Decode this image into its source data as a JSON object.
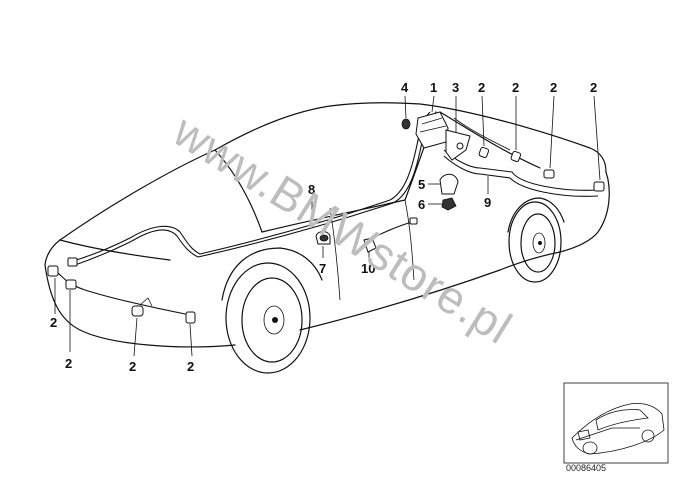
{
  "watermark": "www.BMWstore.pl",
  "document_number": "00086405",
  "callouts": [
    {
      "id": "c-4-top",
      "label": "4"
    },
    {
      "id": "c-1-top",
      "label": "1"
    },
    {
      "id": "c-3-top",
      "label": "3"
    },
    {
      "id": "c-2-top-a",
      "label": "2"
    },
    {
      "id": "c-2-top-b",
      "label": "2"
    },
    {
      "id": "c-2-top-c",
      "label": "2"
    },
    {
      "id": "c-2-top-d",
      "label": "2"
    },
    {
      "id": "c-5",
      "label": "5"
    },
    {
      "id": "c-6",
      "label": "6"
    },
    {
      "id": "c-9",
      "label": "9"
    },
    {
      "id": "c-8",
      "label": "8"
    },
    {
      "id": "c-7",
      "label": "7"
    },
    {
      "id": "c-10",
      "label": "10"
    },
    {
      "id": "c-2-left-a",
      "label": "2"
    },
    {
      "id": "c-2-left-b",
      "label": "2"
    },
    {
      "id": "c-2-bot-a",
      "label": "2"
    },
    {
      "id": "c-2-bot-b",
      "label": "2"
    }
  ]
}
